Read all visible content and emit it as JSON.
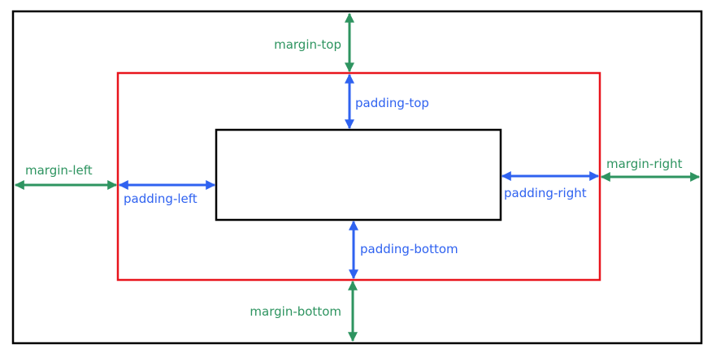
{
  "colors": {
    "outer_border": "#000000",
    "border_box": "#e8141c",
    "content_box": "#000000",
    "margin": "#2e9460",
    "padding": "#2f62f0"
  },
  "labels": {
    "margin_top": "margin-top",
    "margin_left": "margin-left",
    "margin_right": "margin-right",
    "margin_bottom": "margin-bottom",
    "padding_top": "padding-top",
    "padding_left": "padding-left",
    "padding_right": "padding-right",
    "padding_bottom": "padding-bottom"
  }
}
